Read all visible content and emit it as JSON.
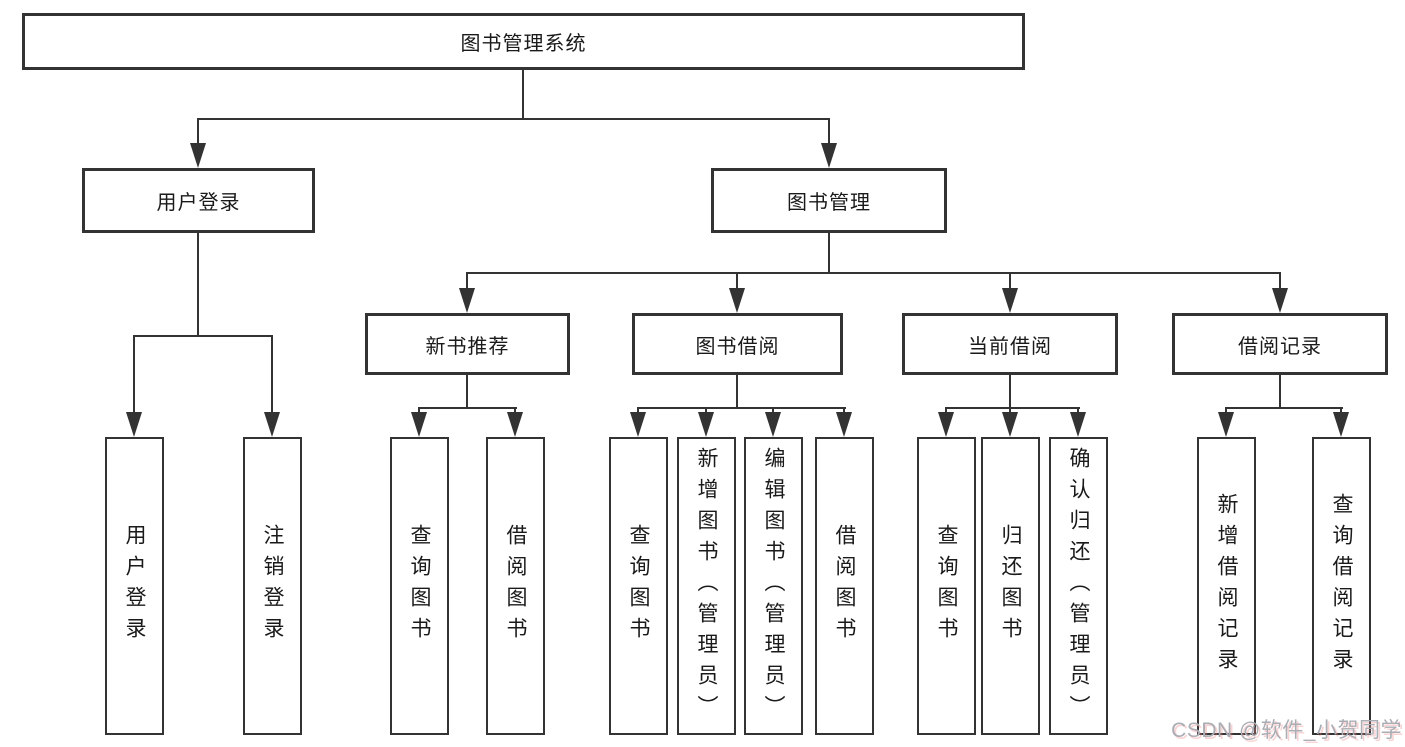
{
  "diagram": {
    "root": {
      "label": "图书管理系统"
    },
    "branches": [
      {
        "label": "用户登录"
      },
      {
        "label": "图书管理"
      }
    ],
    "modules": [
      {
        "label": "新书推荐"
      },
      {
        "label": "图书借阅"
      },
      {
        "label": "当前借阅"
      },
      {
        "label": "借阅记录"
      }
    ],
    "leaves": [
      {
        "label": "用户登录"
      },
      {
        "label": "注销登录"
      },
      {
        "label": "查询图书"
      },
      {
        "label": "借阅图书"
      },
      {
        "label": "查询图书"
      },
      {
        "label": "新增图书（管理员）"
      },
      {
        "label": "编辑图书（管理员）"
      },
      {
        "label": "借阅图书"
      },
      {
        "label": "查询图书"
      },
      {
        "label": "归还图书"
      },
      {
        "label": "确认归还（管理员）"
      },
      {
        "label": "新增借阅记录"
      },
      {
        "label": "查询借阅记录"
      }
    ]
  },
  "watermark": {
    "text": "CSDN @软件_小贺同学"
  },
  "colors": {
    "line": "#333333",
    "border": "#333333",
    "text": "#1a1a1a",
    "background": "#ffffff",
    "watermark": "#aaadb4"
  }
}
